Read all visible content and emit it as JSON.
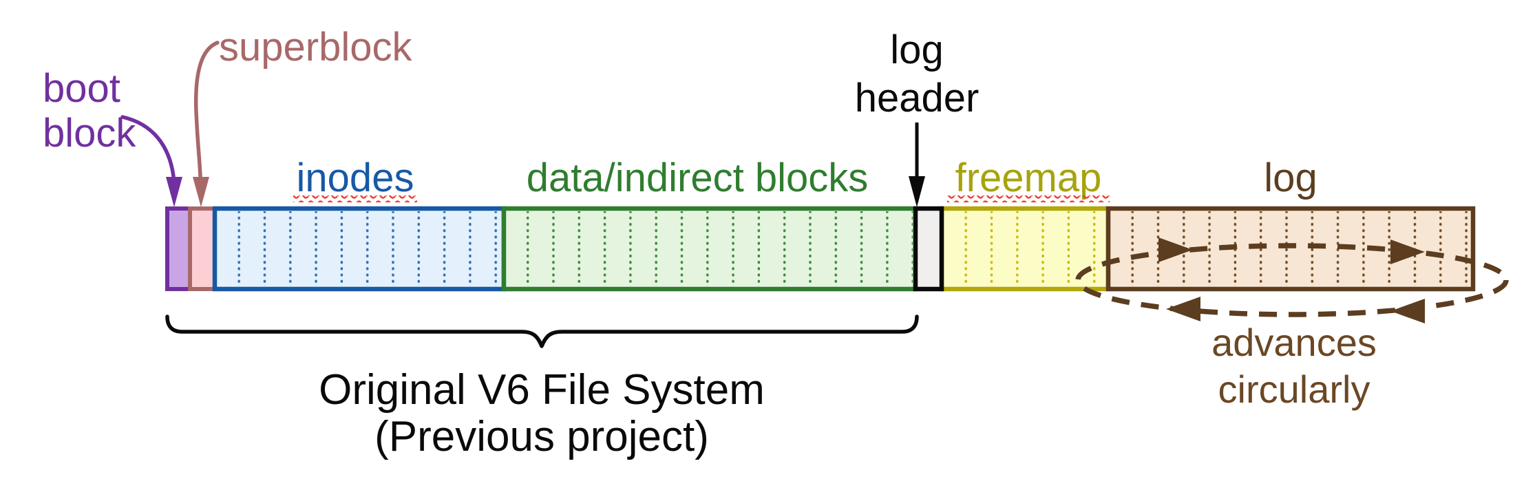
{
  "diagram": {
    "description": "Disk layout of a V6 file system extended with a circular log",
    "background": "#ffffff"
  },
  "disk_bar": {
    "sections": [
      {
        "id": "boot-block",
        "label": "boot block",
        "border": "#7030a0",
        "fill": "#c9a5e5"
      },
      {
        "id": "superblock",
        "label": "superblock",
        "border": "#a96868",
        "fill": "#fccfd4"
      },
      {
        "id": "inodes",
        "label": "inodes",
        "border": "#1659a5",
        "fill": "#e4f1fc",
        "dots": "#2f6db5"
      },
      {
        "id": "data-indirect-blocks",
        "label": "data/indirect blocks",
        "border": "#2f7d2f",
        "fill": "#e5f4df",
        "dots": "#3c8a3c"
      },
      {
        "id": "log-header",
        "label": "log header",
        "border": "#0a0a0a",
        "fill": "#f0efed"
      },
      {
        "id": "freemap",
        "label": "freemap",
        "border": "#b2a70b",
        "fill": "#fcfcc6",
        "dots": "#c9ba12"
      },
      {
        "id": "log",
        "label": "log",
        "border": "#5c3d1f",
        "fill": "#f7e6d3",
        "dots": "#6e4b26"
      }
    ]
  },
  "annotations": {
    "boot_block": {
      "line1": "boot",
      "line2": "block",
      "color": "#7030a0"
    },
    "superblock": {
      "text": "superblock",
      "color": "#a96868"
    },
    "inodes": {
      "text": "inodes",
      "color": "#1659a5"
    },
    "data_blocks": {
      "text": "data/indirect blocks",
      "color": "#2f7d2f"
    },
    "log_header": {
      "line1": "log",
      "line2": "header",
      "color": "#0a0a0a"
    },
    "freemap": {
      "text": "freemap",
      "color": "#a6a30d"
    },
    "log": {
      "text": "log",
      "color": "#5c3d1f"
    },
    "brace_caption": {
      "line1": "Original V6 File System",
      "line2": "(Previous project)",
      "color": "#0a0a0a"
    },
    "log_cycle": {
      "line1": "advances",
      "line2": "circularly",
      "color": "#6b4724"
    }
  },
  "decorations": {
    "spellcheck_underline_color": "#f23a2e",
    "brace_color": "#0a0a0a",
    "cycle_ellipse_color": "#5c3d1f"
  }
}
